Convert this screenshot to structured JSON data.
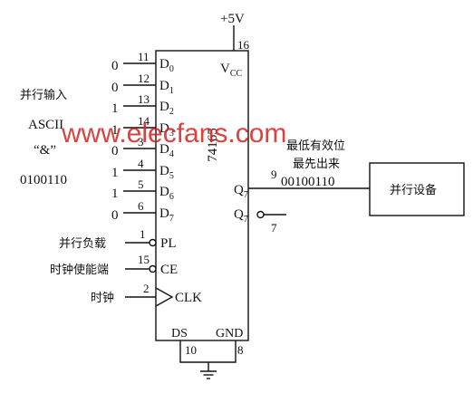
{
  "colors": {
    "line": "#111111",
    "watermark": "#d81e1e",
    "background": "#ffffff"
  },
  "power": {
    "label": "+5V",
    "pin": "16",
    "vcc_main": "V",
    "vcc_sub": "CC"
  },
  "chip": {
    "name": "74165"
  },
  "input_group": {
    "line1": "并行输入",
    "line2": "ASCII",
    "line3": "“&”",
    "line4": "0100110"
  },
  "data_pins": [
    {
      "value": "0",
      "pin": "11",
      "label_main": "D",
      "label_sub": "0"
    },
    {
      "value": "0",
      "pin": "12",
      "label_main": "D",
      "label_sub": "1"
    },
    {
      "value": "1",
      "pin": "13",
      "label_main": "D",
      "label_sub": "2"
    },
    {
      "value": "1",
      "pin": "14",
      "label_main": "D",
      "label_sub": "3"
    },
    {
      "value": "0",
      "pin": "3",
      "label_main": "D",
      "label_sub": "4"
    },
    {
      "value": "1",
      "pin": "4",
      "label_main": "D",
      "label_sub": "5"
    },
    {
      "value": "1",
      "pin": "5",
      "label_main": "D",
      "label_sub": "6"
    },
    {
      "value": "0",
      "pin": "6",
      "label_main": "D",
      "label_sub": "7"
    }
  ],
  "control_pins": [
    {
      "desc": "并行负载",
      "pin": "1",
      "label": "PL"
    },
    {
      "desc": "时钟使能端",
      "pin": "15",
      "label": "CE"
    },
    {
      "desc": "时钟",
      "pin": "2",
      "label": "CLK"
    }
  ],
  "outputs": {
    "q7_main": "Q",
    "q7_sub": "7",
    "q7_pin": "9",
    "q7n_main": "Q",
    "q7n_sub": "7",
    "q7n_pin": "7"
  },
  "bottom": {
    "ds_label": "DS",
    "gnd_label": "GND",
    "ds_pin": "10",
    "gnd_pin": "8"
  },
  "output_note": {
    "line1": "最低有效位",
    "line2": "最先出来",
    "bits": "00100110"
  },
  "device": {
    "label": "并行设备"
  },
  "watermark": {
    "text": "www.elecfans.com"
  }
}
